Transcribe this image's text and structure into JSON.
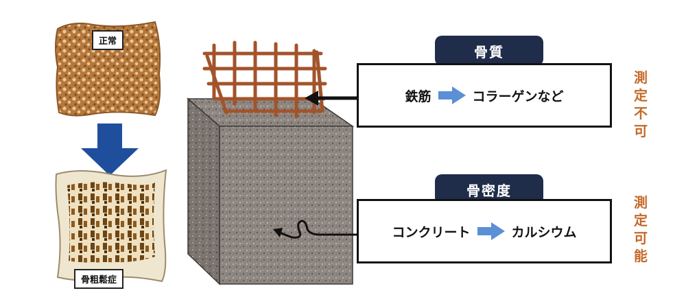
{
  "bones": {
    "normal_label": "正常",
    "osteoporosis_label": "骨粗鬆症"
  },
  "quality": {
    "header": "骨質",
    "left_text": "鉄筋",
    "right_text": "コラーゲンなど",
    "side_note": [
      "測",
      "定",
      "不",
      "可"
    ]
  },
  "density": {
    "header": "骨密度",
    "left_text": "コンクリート",
    "right_text": "カルシウム",
    "side_note": [
      "測",
      "定",
      "可",
      "能"
    ]
  },
  "colors": {
    "pill": "#1f2d4a",
    "arrow_blue": "#5b8fd6",
    "down_arrow": "#1f4f9c",
    "orange_text": "#c46a2a",
    "rebar": "#a3532a",
    "concrete": "#8b827c"
  }
}
